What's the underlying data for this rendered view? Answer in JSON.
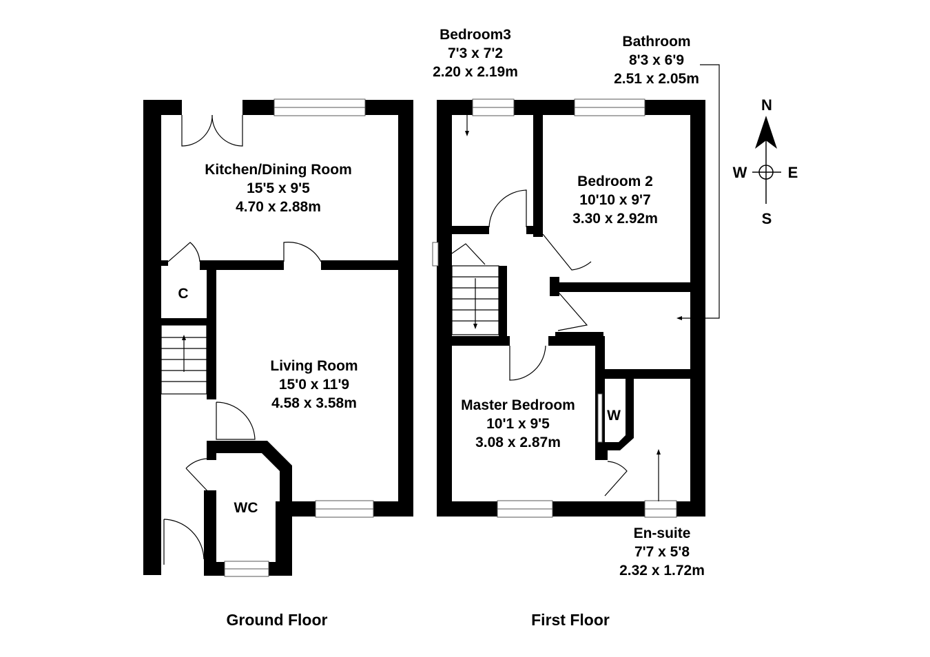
{
  "ground_floor": {
    "caption": "Ground Floor",
    "rooms": [
      {
        "name": "Kitchen/Dining Room",
        "imperial": "15'5 x 9'5",
        "metric": "4.70 x 2.88m"
      },
      {
        "name": "Living Room",
        "imperial": "15'0 x 11'9",
        "metric": "4.58 x 3.58m"
      },
      {
        "name": "C"
      },
      {
        "name": "WC"
      }
    ]
  },
  "first_floor": {
    "caption": "First Floor",
    "rooms": [
      {
        "name": "Bedroom3",
        "imperial": "7'3 x 7'2",
        "metric": "2.20 x 2.19m"
      },
      {
        "name": "Bathroom",
        "imperial": "8'3 x 6'9",
        "metric": "2.51 x 2.05m"
      },
      {
        "name": "Bedroom 2",
        "imperial": "10'10 x 9'7",
        "metric": "3.30 x 2.92m"
      },
      {
        "name": "Master Bedroom",
        "imperial": "10'1 x 9'5",
        "metric": "3.08 x 2.87m"
      },
      {
        "name": "W"
      },
      {
        "name": "En-suite",
        "imperial": "7'7 x 5'8",
        "metric": "2.32 x 1.72m"
      }
    ]
  },
  "compass": {
    "n": "N",
    "s": "S",
    "e": "E",
    "w": "W"
  }
}
